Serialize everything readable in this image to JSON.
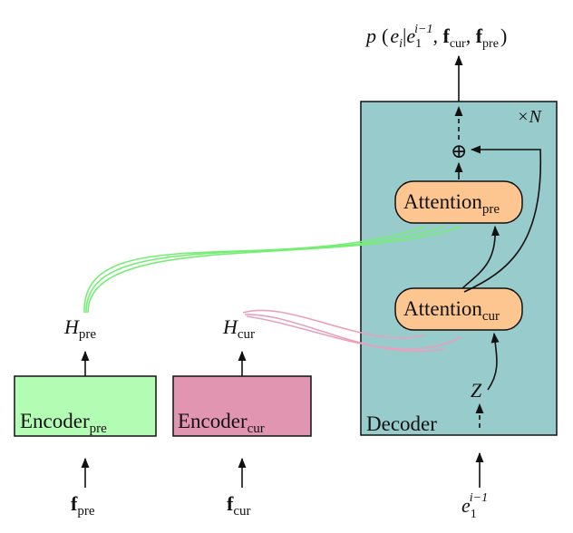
{
  "output": {
    "p": "p",
    "e": "e",
    "i": "i",
    "e_sub": "1",
    "e_sup": "i−1",
    "f": "f",
    "cur": "cur",
    "pre": "pre"
  },
  "decoder": {
    "label": "Decoder",
    "times_n": "×N"
  },
  "attention_pre": {
    "label": "Attention",
    "sub": "pre"
  },
  "attention_cur": {
    "label": "Attention",
    "sub": "cur"
  },
  "encoder_pre": {
    "label": "Encoder",
    "sub": "pre"
  },
  "encoder_cur": {
    "label": "Encoder",
    "sub": "cur"
  },
  "h_pre": {
    "label": "H",
    "sub": "pre"
  },
  "h_cur": {
    "label": "H",
    "sub": "cur"
  },
  "f_pre": {
    "label": "f",
    "sub": "pre"
  },
  "f_cur": {
    "label": "f",
    "sub": "cur"
  },
  "z": "Z",
  "plus": "⊕",
  "input_e": {
    "label": "e",
    "sub": "1",
    "sup": "i−1"
  },
  "colors": {
    "decoder_fill": "#98cbcc",
    "attention_fill": "#fdc690",
    "encoder_pre_fill": "#b3fcb3",
    "encoder_cur_fill": "#e295b1",
    "green_curve": "#76ee76",
    "pink_curve": "#e8a0bd"
  }
}
